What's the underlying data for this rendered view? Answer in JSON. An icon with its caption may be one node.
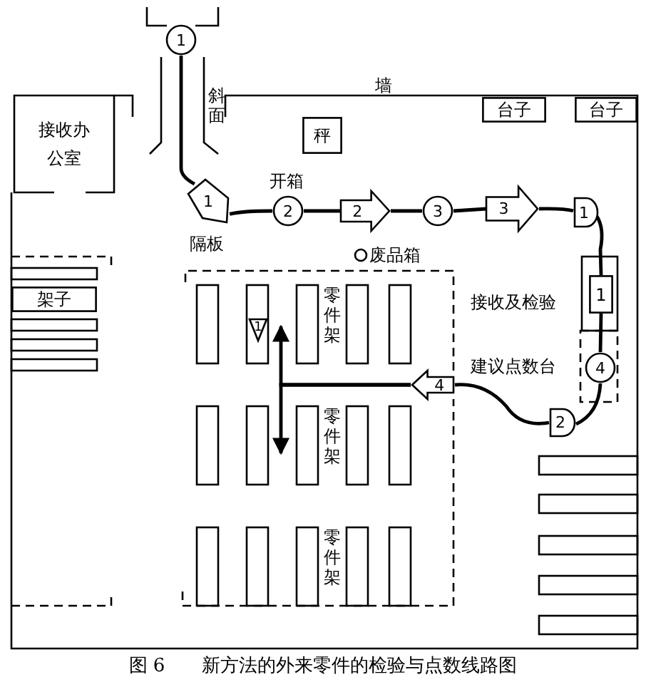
{
  "diagram": {
    "caption": "图 6　　新方法的外来零件的检验与点数线路图",
    "nodes": [
      {
        "text": [
          "1"
        ]
      },
      {
        "text": [
          "1"
        ]
      },
      {
        "text": [
          "2"
        ],
        "beside": [
          "开箱"
        ]
      },
      {
        "text": [
          "2"
        ]
      },
      {
        "text": [
          "3"
        ]
      },
      {
        "text": [
          "3"
        ]
      },
      {
        "text": [
          "1"
        ]
      },
      {
        "text": [
          "1"
        ]
      },
      {
        "text": [
          "4"
        ]
      },
      {
        "text": [
          "2"
        ]
      },
      {
        "text": [
          "4"
        ]
      },
      {
        "text": [
          "1"
        ]
      },
      {
        "text": [
          "接收办公室"
        ]
      },
      {
        "text": [
          "台子"
        ]
      },
      {
        "text": [
          "台子"
        ]
      },
      {
        "text": [
          "秤"
        ]
      },
      {
        "text": [
          "架子"
        ]
      }
    ],
    "edges": [
      {
        "from": 0,
        "to": 1,
        "arrow": "none"
      },
      {
        "from": 1,
        "to": 2,
        "arrow": "none"
      },
      {
        "from": 2,
        "to": 3,
        "arrow": "none"
      },
      {
        "from": 3,
        "to": 4,
        "arrow": "none"
      },
      {
        "from": 4,
        "to": 5,
        "arrow": "none"
      },
      {
        "from": 5,
        "to": 6,
        "arrow": "none"
      },
      {
        "from": 6,
        "to": 7,
        "arrow": "none"
      },
      {
        "from": 7,
        "to": 8,
        "arrow": "none"
      },
      {
        "from": 8,
        "to": 9,
        "arrow": "none"
      },
      {
        "from": 9,
        "to": 10,
        "arrow": "none"
      },
      {
        "from": 10,
        "to": 11,
        "arrow": "to"
      },
      {
        "from": 10,
        "to": null,
        "arrow": "to"
      }
    ],
    "labels": [
      "墙",
      "斜面",
      "隔板",
      "废品箱",
      "零件架",
      "接收及检验",
      "建议点数台",
      "零件架",
      "零件架"
    ]
  }
}
